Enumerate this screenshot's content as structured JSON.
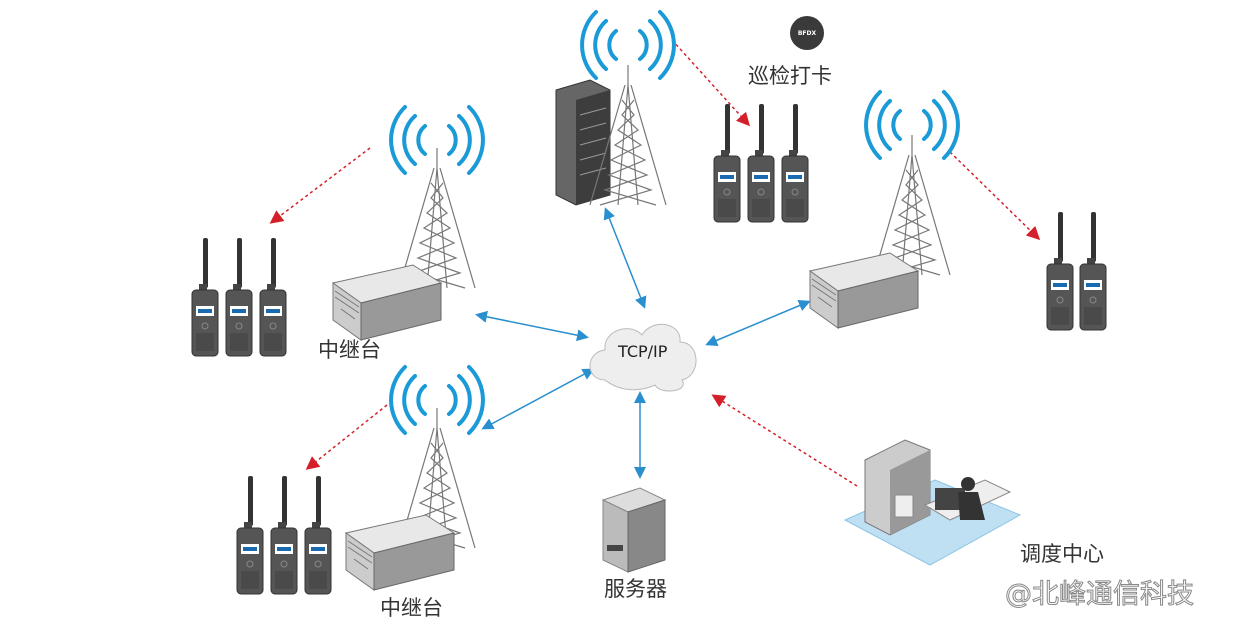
{
  "labels": {
    "repeater_top": "中继台",
    "repeater_bottom": "中继台",
    "patrol": "巡检打卡",
    "server": "服务器",
    "dispatch": "调度中心",
    "network": "TCP/IP"
  },
  "logo": "BFDX",
  "watermark": "@北峰通信科技",
  "colors": {
    "signal": "#1a9ad6",
    "link_arrow": "#2a8fcf",
    "wireless_arrow": "#d4202a"
  }
}
